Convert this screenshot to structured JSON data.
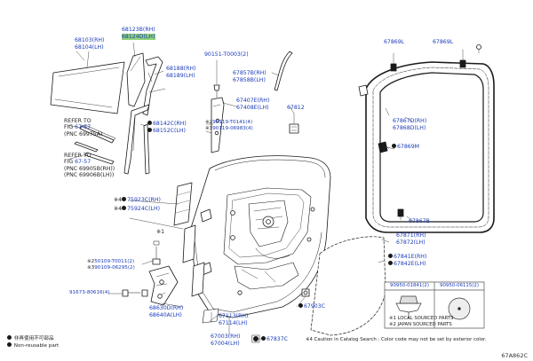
{
  "labels": {
    "p68103": "68103(RH)",
    "p68104": "68104(LH)",
    "p68123B": "68123B(RH)",
    "p68124D": "68124D(LH)",
    "p90151": "90151-T0003(2)",
    "p68188": "68188(RH)",
    "p68189": "68189(LH)",
    "p67857B": "67857B(RH)",
    "p67858B": "67858B(LH)",
    "p67407E": "67407E(RH)",
    "p67408E": "67408E(LH)",
    "p68142C": "68142C(RH)",
    "p68152C": "68152C(LH)",
    "p90119a": "90119-T0141(4)",
    "p90119b": "90119-06983(4)",
    "p67812": "67812",
    "p67869L_a": "67869L",
    "p67869L_b": "67869L",
    "p67867D": "67867D(RH)",
    "p67868D": "67868D(LH)",
    "p67869M": "67869M",
    "p67867B": "67867B",
    "p75923C": "75923C(RH)",
    "p75924C": "75924C(LH)",
    "p67871": "67871(RH)",
    "p67872": "67872(LH)",
    "p67841E": "67841E(RH)",
    "p67842E": "67842E(LH)",
    "p50109a": "50109-T0011(2)",
    "p50109b": "90109-06295(2)",
    "p91673": "91673-80616(4)",
    "p68630D": "68630D(RH)",
    "p68640A": "68640A(LH)",
    "p67113": "67113(RH)",
    "p67114": "67114(LH)",
    "p67903C": "67903C",
    "p67003": "67003(RH)",
    "p67004": "67004(LH)",
    "p67837C": "67837C"
  },
  "refer1": {
    "line1": "REFER TO",
    "fig_prefix": "FIG ",
    "fig": "67-57",
    "pnc": "(PNC 69975A)"
  },
  "refer2": {
    "line1": "REFER TO",
    "fig_prefix": "FIG ",
    "fig": "67-57",
    "pnc1": "(PNC 69905B(RH))",
    "pnc2": "(PNC 69906B(LH))"
  },
  "marks": {
    "star1": "※1",
    "star2": "※2",
    "star3": "※3",
    "star4": "※4"
  },
  "legend_box": {
    "part_left": "90950-01841(2)",
    "part_right": "90950-06115(2)",
    "note1": "※1 LOCAL SOURCED PARTS",
    "note2": "※2 JAPAN SOURCED PARTS"
  },
  "footer": {
    "nonreuse_jp": "非再使用不可部品",
    "nonreuse_en": "Non-reusable part",
    "caution": "※4 Caution in Catalog Search : Color code may not be set by exterior color.",
    "diagram_code": "67A862C"
  }
}
